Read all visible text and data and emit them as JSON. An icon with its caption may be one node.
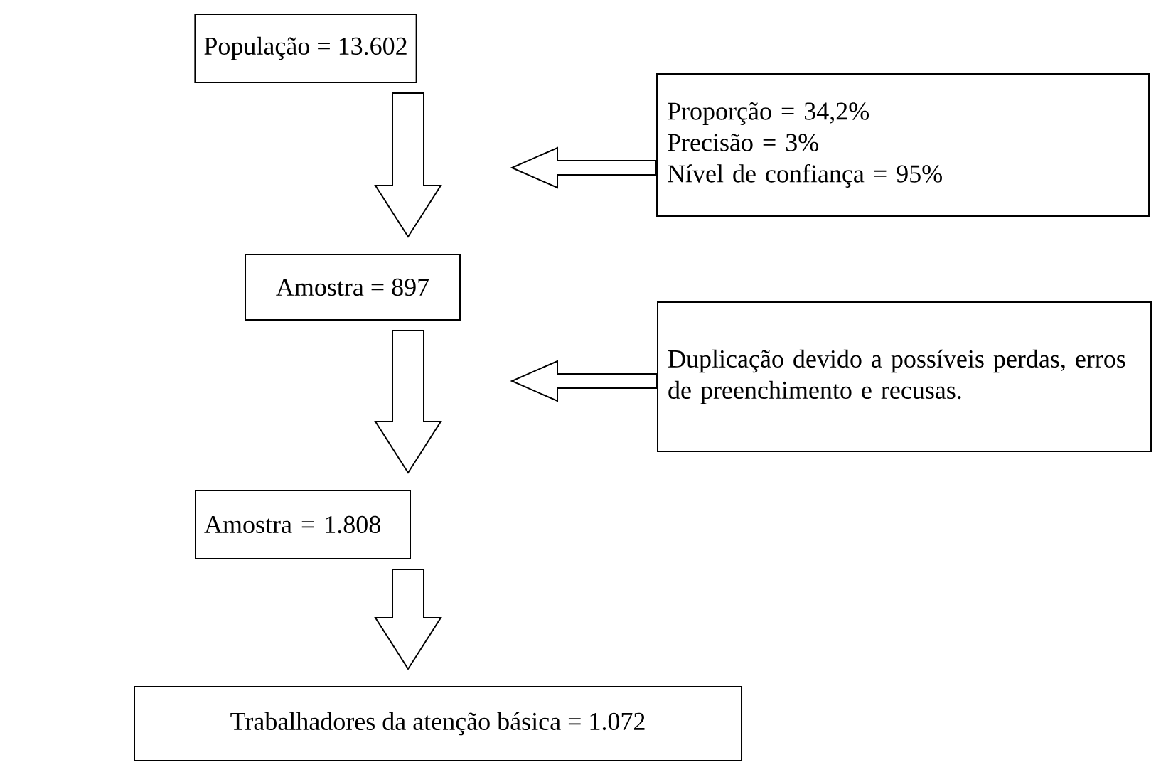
{
  "diagram": {
    "nodes": [
      {
        "text": [
          "População = 13.602"
        ]
      },
      {
        "text": [
          "Proporção = 34,2%",
          "Precisão = 3%",
          "Nível de confiança = 95%"
        ]
      },
      {
        "text": [
          "Amostra = 897"
        ]
      },
      {
        "text": [
          "Duplicação devido a possíveis perdas, erros de preenchimento e recusas."
        ]
      },
      {
        "text": [
          "Amostra = 1.808"
        ]
      },
      {
        "text": [
          "Trabalhadores da atenção básica = 1.072"
        ]
      }
    ],
    "edges": [
      {
        "from": 0,
        "to": 2,
        "arrow": "to"
      },
      {
        "from": 1,
        "to": null,
        "arrow": "to"
      },
      {
        "from": 2,
        "to": 4,
        "arrow": "to"
      },
      {
        "from": 3,
        "to": null,
        "arrow": "to"
      },
      {
        "from": 4,
        "to": 5,
        "arrow": "to"
      }
    ]
  }
}
